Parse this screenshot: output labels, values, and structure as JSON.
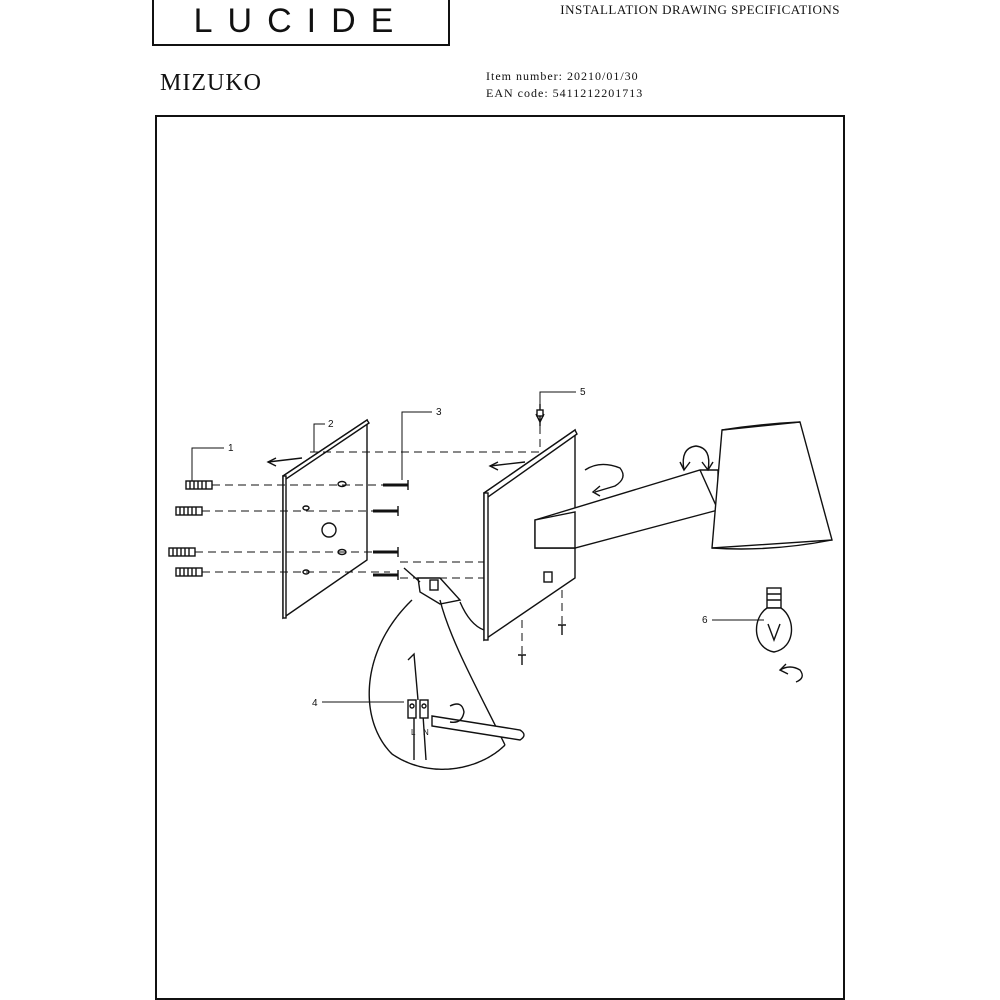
{
  "header": {
    "logo_text": "LUCIDE",
    "title": "INSTALLATION DRAWING SPECIFICATIONS"
  },
  "product": {
    "name": "MIZUKO",
    "item_number_label": "Item number:",
    "item_number": "20210/01/30",
    "ean_label": "EAN code:",
    "ean": "5411212201713"
  },
  "callouts": {
    "c1": "1",
    "c2": "2",
    "c3": "3",
    "c4": "4",
    "c5": "5",
    "c6": "6",
    "wire_l": "L",
    "wire_n": "N"
  }
}
